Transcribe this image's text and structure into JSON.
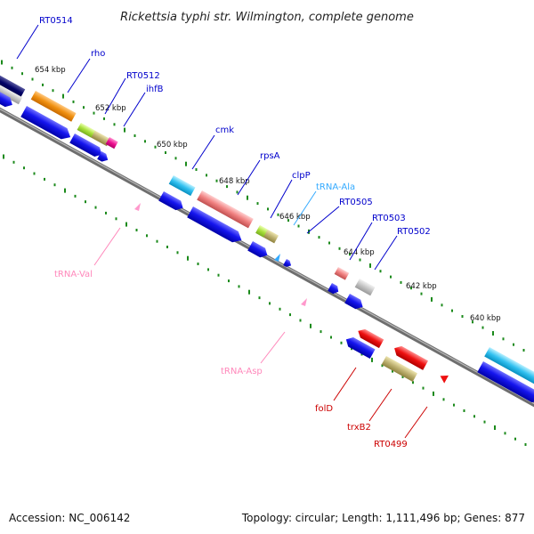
{
  "title": "Rickettsia typhi str. Wilmington, complete genome",
  "footer": {
    "accession": "Accession: NC_006142",
    "summary": "Topology: circular; Length: 1,111,496 bp; Genes: 877"
  },
  "scale": {
    "ticks": [
      "654 kbp",
      "652 kbp",
      "650 kbp",
      "648 kbp",
      "646 kbp",
      "644 kbp",
      "642 kbp",
      "640 kbp"
    ]
  },
  "colors": {
    "backbone": "#888888",
    "cds_forward": "#1010e0",
    "trna": "#ff99cc",
    "trna_ala": "#33aaff",
    "label_blue": "#0000cc",
    "label_red": "#cc0000",
    "label_pink": "#ff88bb",
    "tick_green": "#1b8a1b"
  },
  "gene_labels": {
    "rt0514": "RT0514",
    "rho": "rho",
    "rt0512": "RT0512",
    "ihfb": "ihfB",
    "cmk": "cmk",
    "rpsa": "rpsA",
    "clpp": "clpP",
    "trna_ala": "tRNA-Ala",
    "rt0505": "RT0505",
    "rt0503": "RT0503",
    "rt0502": "RT0502",
    "trna_val": "tRNA-Val",
    "trna_asp": "tRNA-Asp",
    "fold": "folD",
    "trxb2": "trxB2",
    "rt0499": "RT0499"
  }
}
